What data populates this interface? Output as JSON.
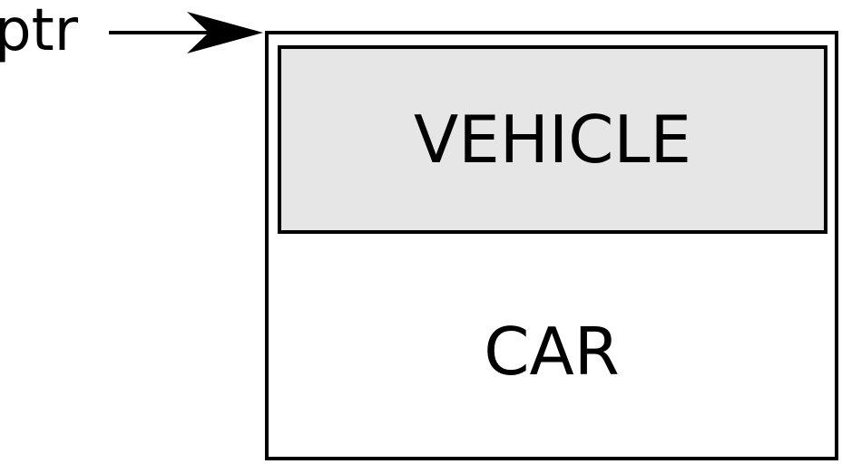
{
  "pointer": {
    "label": "ptr"
  },
  "object": {
    "base_section_label": "VEHICLE",
    "derived_section_label": "CAR"
  },
  "colors": {
    "stroke": "#000000",
    "base_fill": "#e6e6e6",
    "derived_fill": "#ffffff"
  }
}
